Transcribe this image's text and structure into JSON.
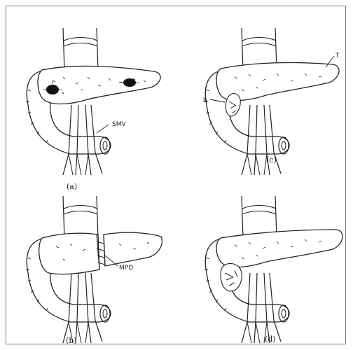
{
  "figure": {
    "panels": [
      {
        "id": "a",
        "label": "(a)",
        "annotations": [
          "SMV"
        ]
      },
      {
        "id": "c",
        "label": "(c)",
        "annotations": [
          "T",
          "b"
        ]
      },
      {
        "id": "b",
        "label": "(b)",
        "annotations": [
          "MPD"
        ]
      },
      {
        "id": "d",
        "label": "(d)",
        "annotations": []
      }
    ]
  },
  "colors": {
    "ink": "#222222",
    "frame": "#777777",
    "lesion": "#111111"
  }
}
